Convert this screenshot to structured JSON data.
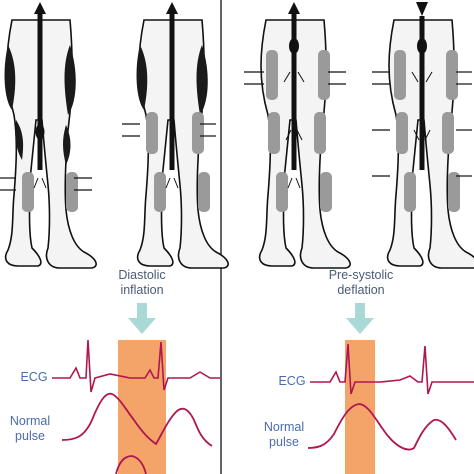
{
  "panels": [
    {
      "id": "left",
      "phase": [
        "Diastolic",
        "inflation"
      ],
      "labels": {
        "ecg": "ECG",
        "pulse": [
          "Normal",
          "pulse"
        ]
      }
    },
    {
      "id": "right",
      "phase": [
        "Pre-systolic",
        "deflation"
      ],
      "labels": {
        "ecg": "ECG",
        "pulse": [
          "Normal",
          "pulse"
        ]
      }
    }
  ],
  "colors": {
    "outline": "#111111",
    "cuff_inflated": "#1a1a1a",
    "cuff_deflated": "#9a9a9a",
    "timing_band": "#f4a469",
    "timing_arrow": "#a9d9d6",
    "trace": "#b0164f",
    "label_blue": "#4a6bb0",
    "divider": "#222222"
  },
  "icons": [
    "up-arrow-icon",
    "down-arrow-icon",
    "pressure-arrow-icon",
    "flow-arrow-icon"
  ]
}
